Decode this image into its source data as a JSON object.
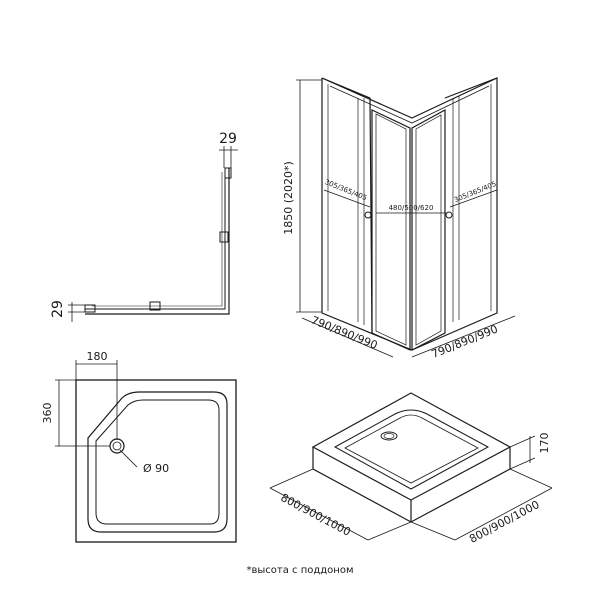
{
  "top_view": {
    "wall_offset_top": "29",
    "wall_offset_left": "29"
  },
  "enclosure": {
    "height_label": "1850  (2020*)",
    "door_left_label": "305/365/405",
    "door_center_label": "480/500/620",
    "door_right_label": "305/365/405",
    "width_left_label": "790/890/990",
    "width_right_label": "790/890/990"
  },
  "tray_plan": {
    "offset_x_label": "180",
    "offset_y_label": "360",
    "drain_label": "Ø 90"
  },
  "tray_iso": {
    "height_label": "170",
    "width_left_label": "800/900/1000",
    "width_right_label": "800/900/1000"
  },
  "footnote": "*высота с поддоном"
}
